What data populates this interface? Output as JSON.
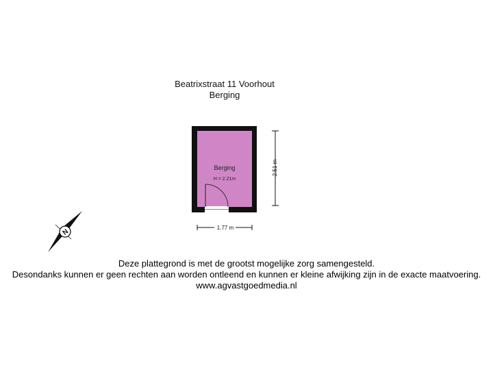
{
  "header": {
    "address": "Beatrixstraat 11 Voorhout",
    "floor_name": "Berging"
  },
  "room": {
    "name": "Berging",
    "height_label": "H = 2.21m",
    "fill_color": "#d086c6",
    "wall_color": "#111111"
  },
  "dimensions": {
    "width_label": "1.77 m",
    "depth_label": "2.51 m"
  },
  "compass": {
    "north_label": "N",
    "icon": "north-arrow-icon"
  },
  "disclaimer": {
    "line1": "Deze plattegrond is met de grootst mogelijke zorg samengesteld.",
    "line2": "Desondanks kunnen er geen rechten aan worden ontleend en kunnen er kleine afwijking zijn in de exacte maatvoering.",
    "website": "www.agvastgoedmedia.nl"
  }
}
